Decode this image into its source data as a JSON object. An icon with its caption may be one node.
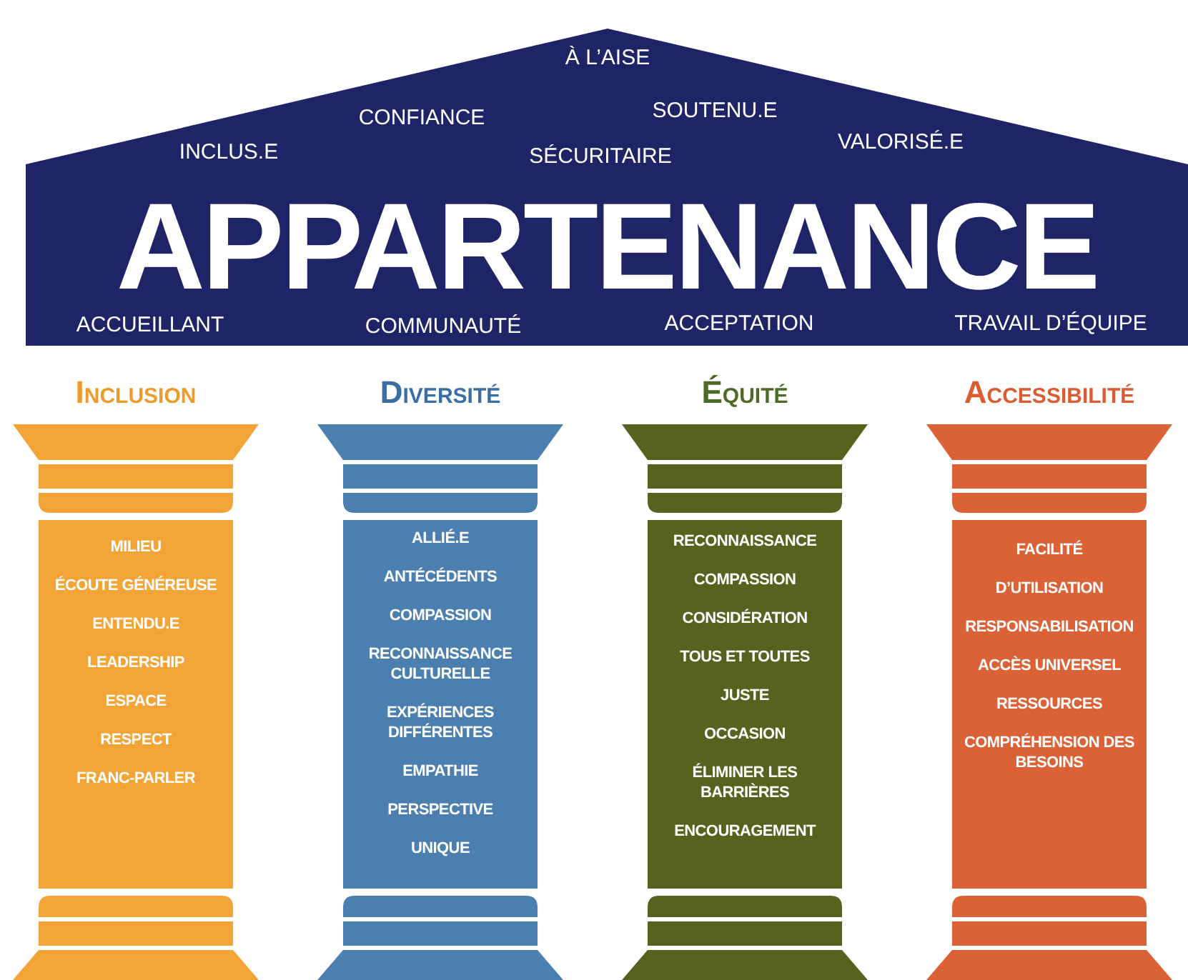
{
  "diagram": {
    "nodes": [
      {
        "text": [
          "À L’AISE",
          "CONFIANCE",
          "SOUTENU.E",
          "INCLUS.E",
          "SÉCURITAIRE",
          "VALORISÉ.E",
          "APPARTENANCE",
          "ACCUEILLANT",
          "COMMUNAUTÉ",
          "ACCEPTATION",
          "TRAVAIL D’ÉQUIPE"
        ]
      },
      {
        "text": [
          "Inclusion",
          "MILIEU",
          "ÉCOUTE GÉNÉREUSE",
          "ENTENDU.E",
          "LEADERSHIP",
          "ESPACE",
          "RESPECT",
          "FRANC-PARLER"
        ]
      },
      {
        "text": [
          "Diversité",
          "ALLIÉ.E",
          "ANTÉCÉDENTS",
          "COMPASSION",
          "RECONNAISSANCE CULTURELLE",
          "EXPÉRIENCES DIFFÉRENTES",
          "EMPATHIE",
          "PERSPECTIVE",
          "UNIQUE"
        ]
      },
      {
        "text": [
          "Équité",
          "RECONNAISSANCE",
          "COMPASSION",
          "CONSIDÉRATION",
          "TOUS ET TOUTES",
          "JUSTE",
          "OCCASION",
          "ÉLIMINER LES BARRIÈRES",
          "ENCOURAGEMENT"
        ]
      },
      {
        "text": [
          "Accessibilité",
          "FACILITÉ",
          "D’UTILISATION",
          "RESPONSABILISATION",
          "ACCÈS UNIVERSEL",
          "RESSOURCES",
          "COMPRÉHENSION DES BESOINS"
        ]
      }
    ]
  }
}
